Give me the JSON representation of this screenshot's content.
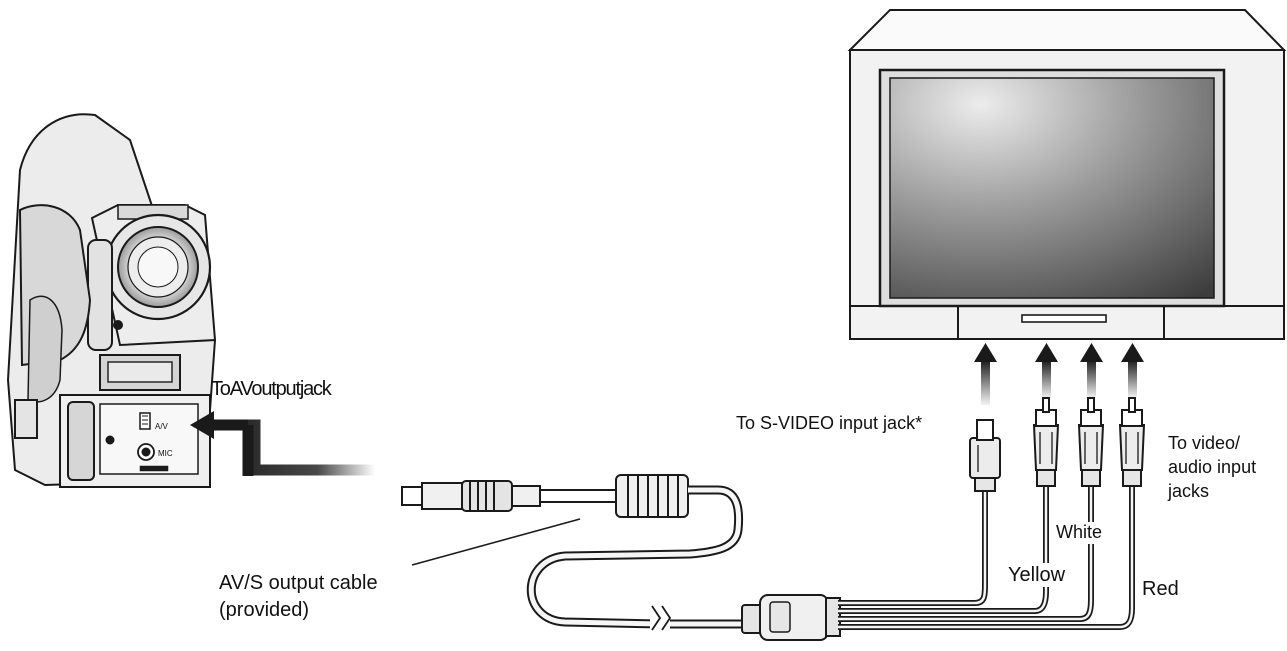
{
  "labels": {
    "av_output_jack": "ToAVoutputjack",
    "camera_av": "A/V",
    "camera_mic": "MIC",
    "svideo_input": "To S-VIDEO input jack*",
    "video_audio_input": [
      "To video/",
      "audio input",
      "jacks"
    ],
    "white": "White",
    "yellow": "Yellow",
    "red": "Red",
    "cable": [
      "AV/S output cable",
      "(provided)"
    ]
  },
  "colors": {
    "line": "#1a1a1a",
    "screen_light": "#ebebeb",
    "screen_dark": "#444444",
    "frame": "#f2f2f2"
  }
}
